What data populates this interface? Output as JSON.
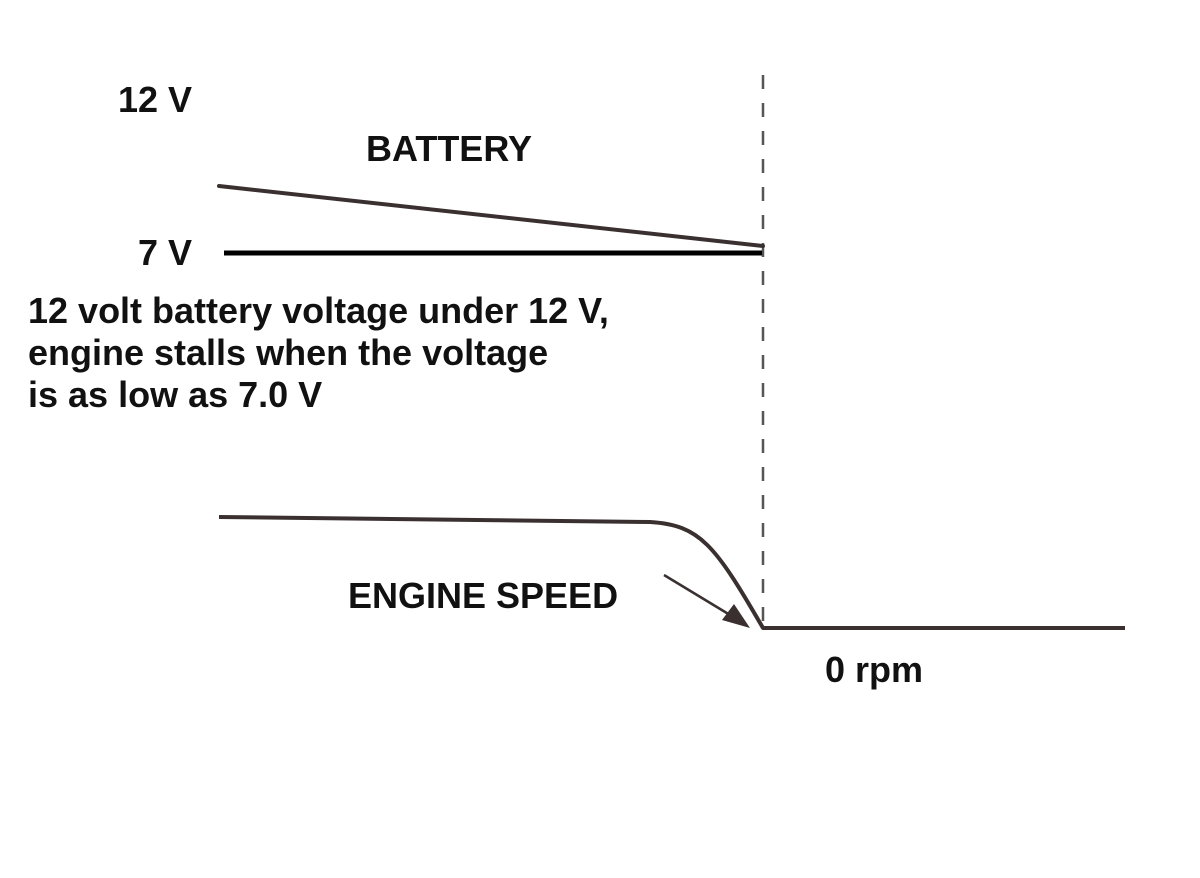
{
  "labels": {
    "voltage_high": "12 V",
    "battery": "BATTERY",
    "voltage_low": "7 V",
    "note_lines": [
      "12 volt battery voltage under 12 V,",
      "engine stalls when the voltage",
      "is as low as 7.0 V"
    ],
    "engine_speed": "ENGINE SPEED",
    "zero_rpm": "0 rpm"
  },
  "colors": {
    "curve": "#3a3030",
    "threshold": "#000000",
    "divider": "#555555",
    "text": "#111111"
  }
}
